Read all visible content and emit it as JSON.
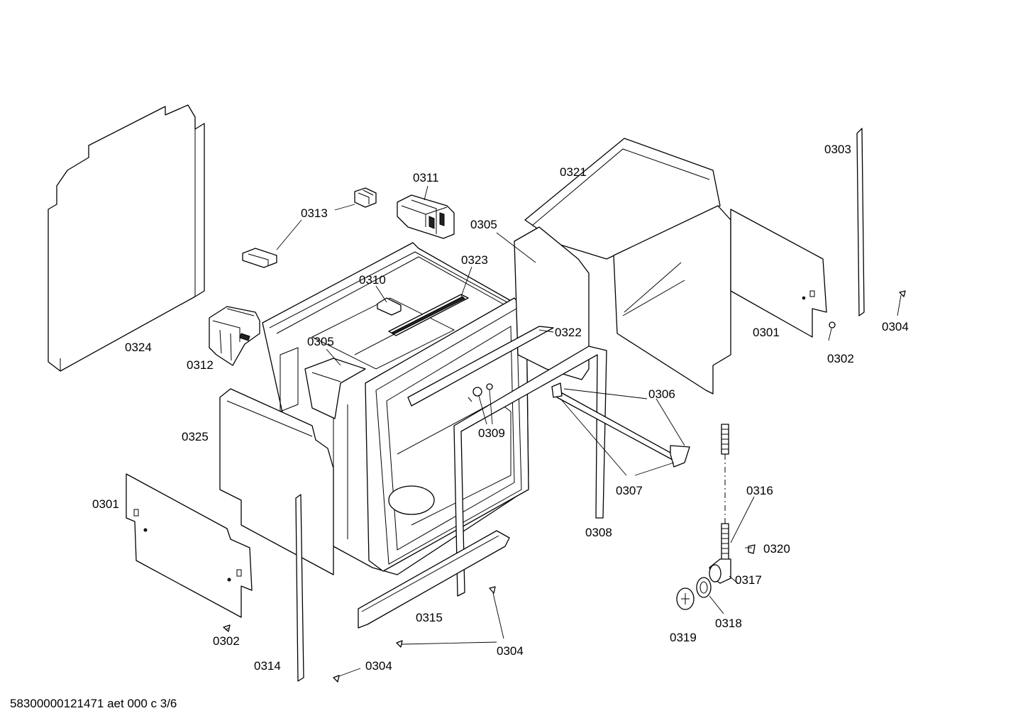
{
  "diagram": {
    "footer": "58300000121471 aet 000 c 3/6",
    "labels": {
      "l0324": "0324",
      "l0313": "0313",
      "l0311": "0311",
      "l0312": "0312",
      "l0310": "0310",
      "l0323": "0323",
      "l0305a": "0305",
      "l0305b": "0305",
      "l0321": "0321",
      "l0303": "0303",
      "l0304a": "0304",
      "l0304b": "0304",
      "l0304c": "0304",
      "l0301a": "0301",
      "l0301b": "0301",
      "l0302a": "0302",
      "l0302b": "0302",
      "l0322": "0322",
      "l0306": "0306",
      "l0307": "0307",
      "l0308": "0308",
      "l0309": "0309",
      "l0325": "0325",
      "l0314": "0314",
      "l0315": "0315",
      "l0316": "0316",
      "l0317": "0317",
      "l0318": "0318",
      "l0319": "0319",
      "l0320": "0320"
    }
  }
}
